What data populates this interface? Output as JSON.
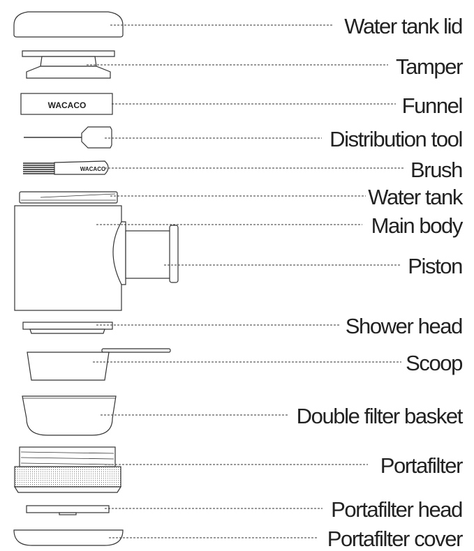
{
  "brand": "WACACO",
  "parts": [
    {
      "key": "lid",
      "label": "Water tank lid"
    },
    {
      "key": "tamper",
      "label": "Tamper"
    },
    {
      "key": "funnel",
      "label": "Funnel"
    },
    {
      "key": "distribution",
      "label": "Distribution tool"
    },
    {
      "key": "brush",
      "label": "Brush"
    },
    {
      "key": "tank",
      "label": "Water tank"
    },
    {
      "key": "body",
      "label": "Main body"
    },
    {
      "key": "piston",
      "label": "Piston"
    },
    {
      "key": "shower",
      "label": "Shower head"
    },
    {
      "key": "scoop",
      "label": "Scoop"
    },
    {
      "key": "basket",
      "label": "Double filter basket"
    },
    {
      "key": "portafilter",
      "label": "Portafilter"
    },
    {
      "key": "pfhead",
      "label": "Portafilter head"
    },
    {
      "key": "pfcover",
      "label": "Portafilter cover"
    }
  ],
  "colors": {
    "ink": "#333333",
    "text": "#222222",
    "background": "#ffffff"
  }
}
